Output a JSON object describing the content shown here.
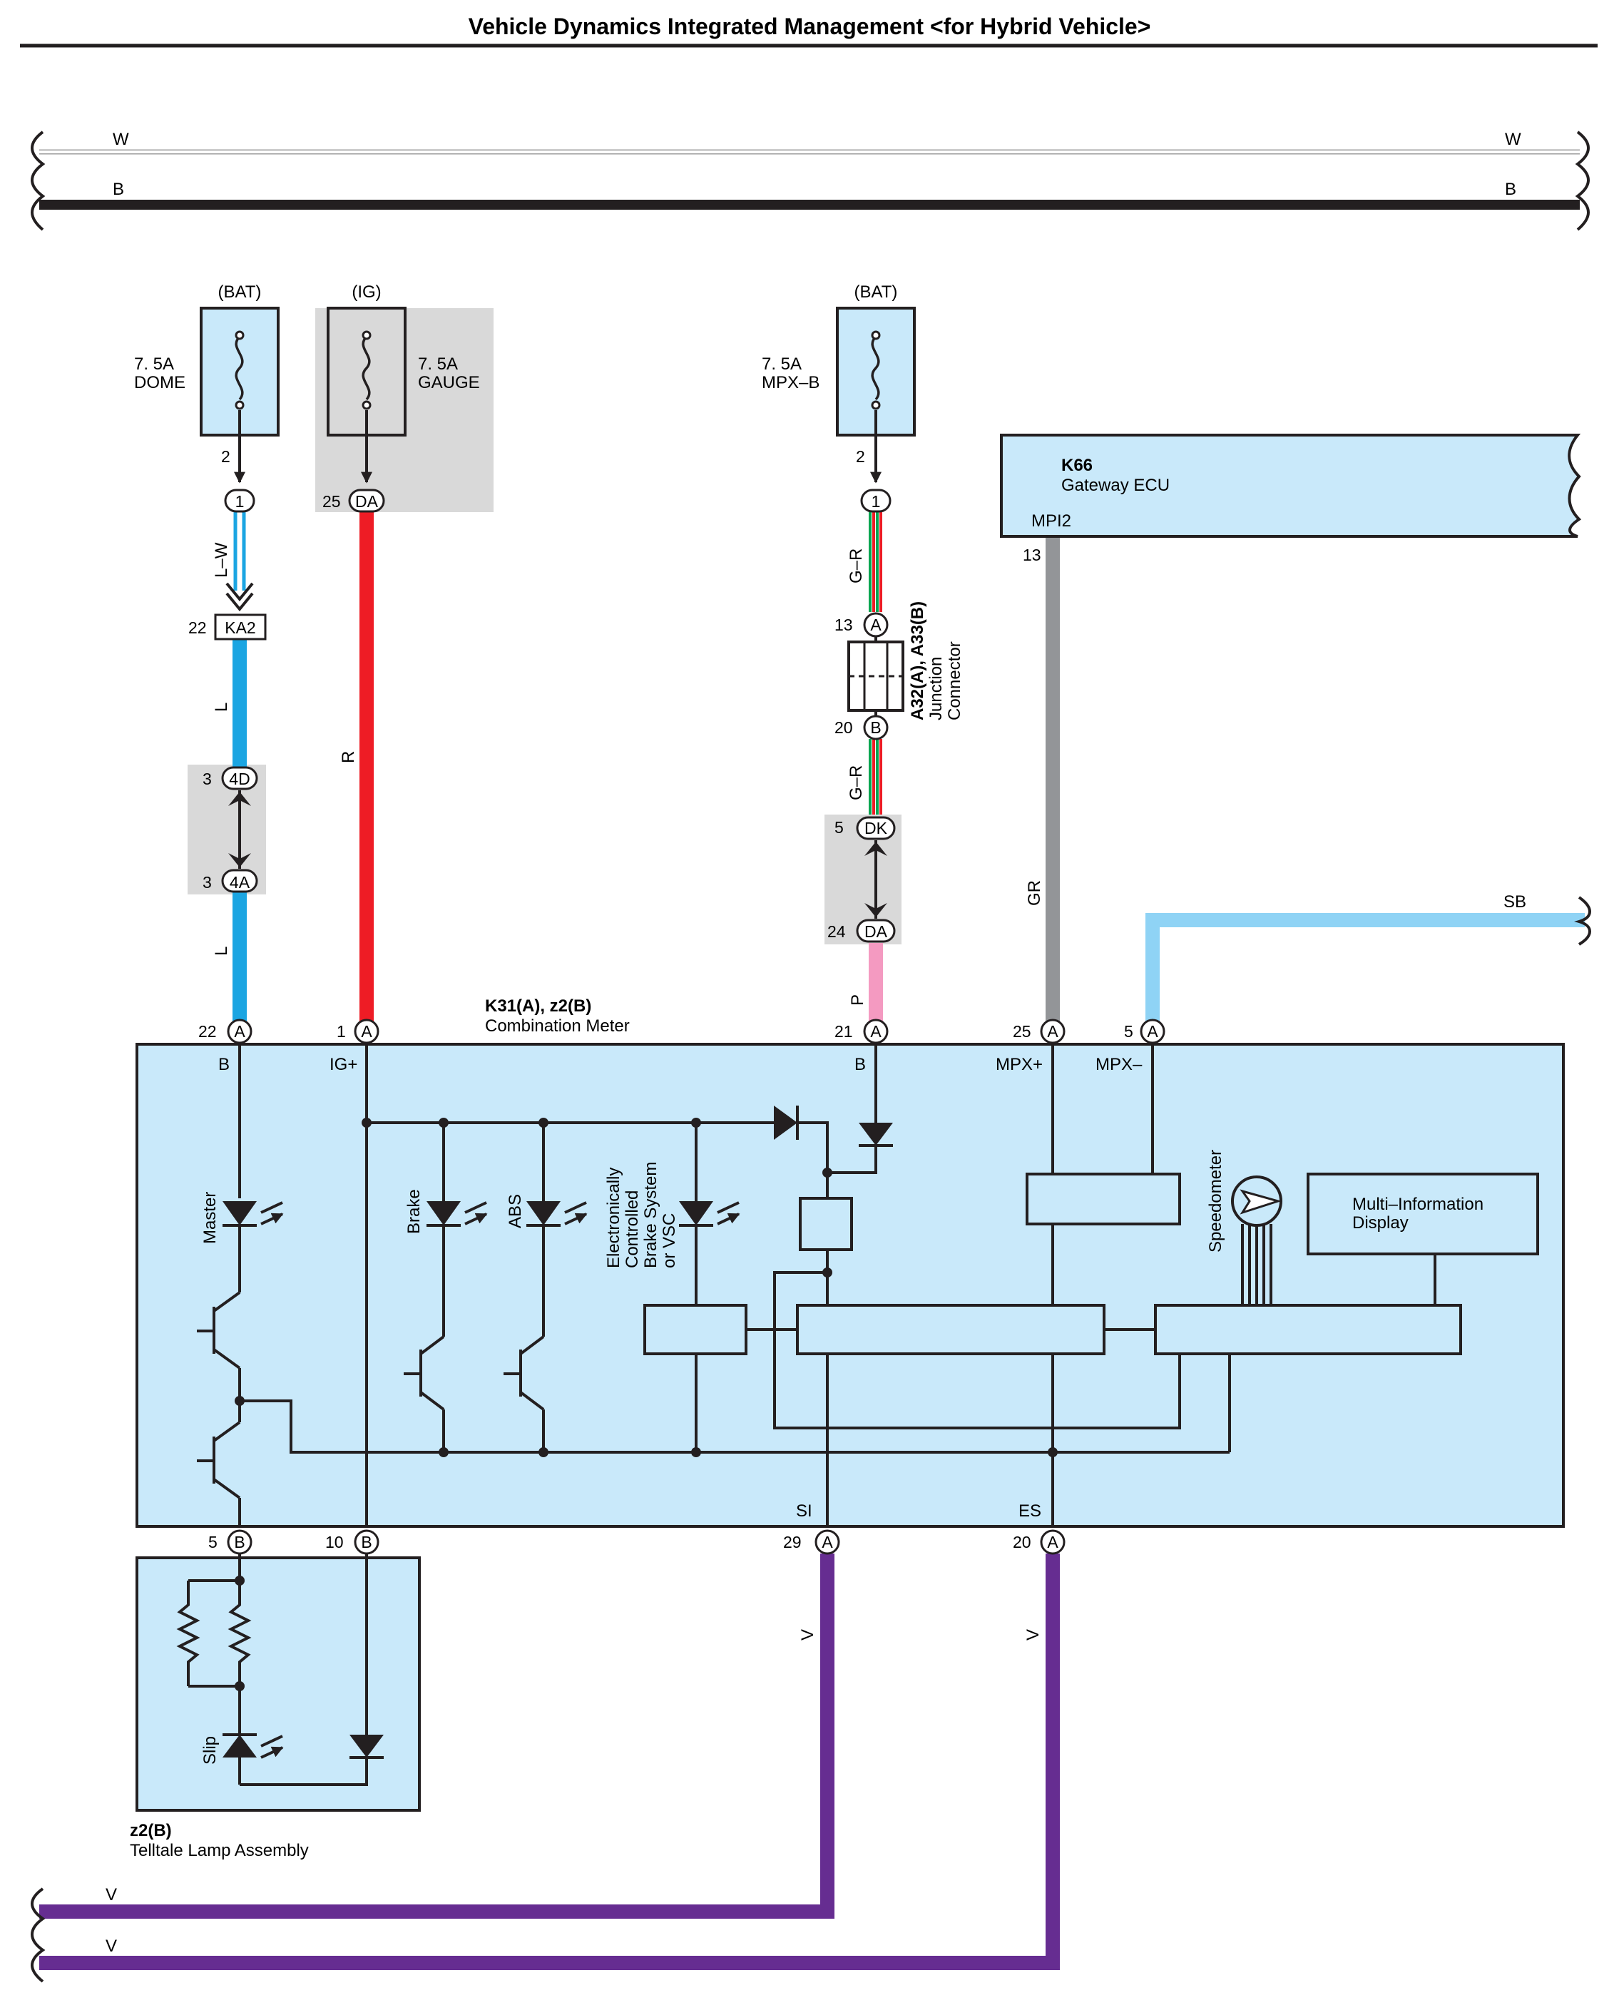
{
  "title": "Vehicle Dynamics Integrated Management <for Hybrid Vehicle>",
  "colors": {
    "wire_L": "#1ba5e2",
    "wire_R": "#ee1c25",
    "wire_GR": "#939598",
    "wire_SB": "#8fd3f5",
    "wire_P": "#f49ac1",
    "wire_V": "#662d91",
    "wire_G": "#00a651",
    "wire_B": "#231f20",
    "component_fill": "#c9e9fa",
    "shade": "#d9d9d9"
  },
  "buses": {
    "top_w": "W",
    "top_b": "B",
    "bottom_v1": "V",
    "bottom_v2": "V"
  },
  "fuses": [
    {
      "source": "(BAT)",
      "rating": "7. 5A",
      "name": "DOME",
      "pin": "2"
    },
    {
      "source": "(IG)",
      "rating": "7. 5A",
      "name": "GAUGE"
    },
    {
      "source": "(BAT)",
      "rating": "7. 5A",
      "name": "MPX–B",
      "pin": "2"
    }
  ],
  "connectors": {
    "dome_out": "1",
    "gauge_pin": "25",
    "gauge_conn": "DA",
    "mpxb_out": "1",
    "ka2_pin": "22",
    "ka2": "KA2",
    "c4d_pin": "3",
    "c4d": "4D",
    "c4a_pin": "3",
    "c4a": "4A",
    "a32_pin": "13",
    "a32": "A",
    "a33_pin": "20",
    "a33": "B",
    "dk_pin": "5",
    "dk": "DK",
    "da_pin": "24",
    "da": "DA"
  },
  "wires": {
    "lw": "L–W",
    "l1": "L",
    "l2": "L",
    "r": "R",
    "gr1": "G–R",
    "gr2": "G–R",
    "p": "P",
    "gr": "GR",
    "sb": "SB",
    "v_si": "V",
    "v_es": "V"
  },
  "junction_connector": {
    "id": "A32(A), A33(B)",
    "name": "Junction",
    "name2": "Connector"
  },
  "gateway": {
    "id": "K66",
    "name": "Gateway ECU",
    "terminal": "MPI2",
    "pin": "13"
  },
  "meter": {
    "id": "K31(A), z2(B)",
    "name": "Combination Meter",
    "top_pins": [
      {
        "num": "22",
        "conn": "A",
        "term": "B"
      },
      {
        "num": "1",
        "conn": "A",
        "term": "IG+"
      },
      {
        "num": "21",
        "conn": "A",
        "term": "B"
      },
      {
        "num": "25",
        "conn": "A",
        "term": "MPX+"
      },
      {
        "num": "5",
        "conn": "A",
        "term": "MPX–"
      }
    ],
    "bottom_pins": [
      {
        "num": "5",
        "conn": "B",
        "term": ""
      },
      {
        "num": "10",
        "conn": "B",
        "term": ""
      },
      {
        "num": "29",
        "conn": "A",
        "term": "SI"
      },
      {
        "num": "20",
        "conn": "A",
        "term": "ES"
      }
    ],
    "lamps": {
      "master": "Master",
      "brake": "Brake",
      "abs": "ABS",
      "ecb": [
        "Electronically",
        "Controlled",
        "Brake System",
        "or VSC"
      ],
      "speedometer": "Speedometer"
    },
    "mid": {
      "line1": "Multi–Information",
      "line2": "Display"
    }
  },
  "telltale": {
    "id": "z2(B)",
    "name": "Telltale Lamp Assembly",
    "lamp": "Slip"
  }
}
